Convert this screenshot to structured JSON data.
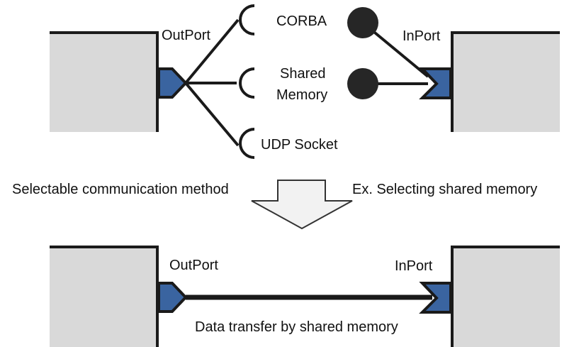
{
  "top": {
    "outport_label": "OutPort",
    "inport_label": "InPort",
    "methods": {
      "corba": "CORBA",
      "shared_memory_line1": "Shared",
      "shared_memory_line2": "Memory",
      "udp_socket": "UDP Socket"
    }
  },
  "middle": {
    "left_caption": "Selectable communication method",
    "right_caption": "Ex. Selecting shared memory"
  },
  "bottom": {
    "outport_label": "OutPort",
    "inport_label": "InPort",
    "transfer_caption": "Data transfer by shared memory"
  },
  "colors": {
    "port_fill": "#3a64a0",
    "component_fill": "#d9d9d9",
    "arrow_fill": "#f2f2f2",
    "line": "#1a1a1a"
  }
}
